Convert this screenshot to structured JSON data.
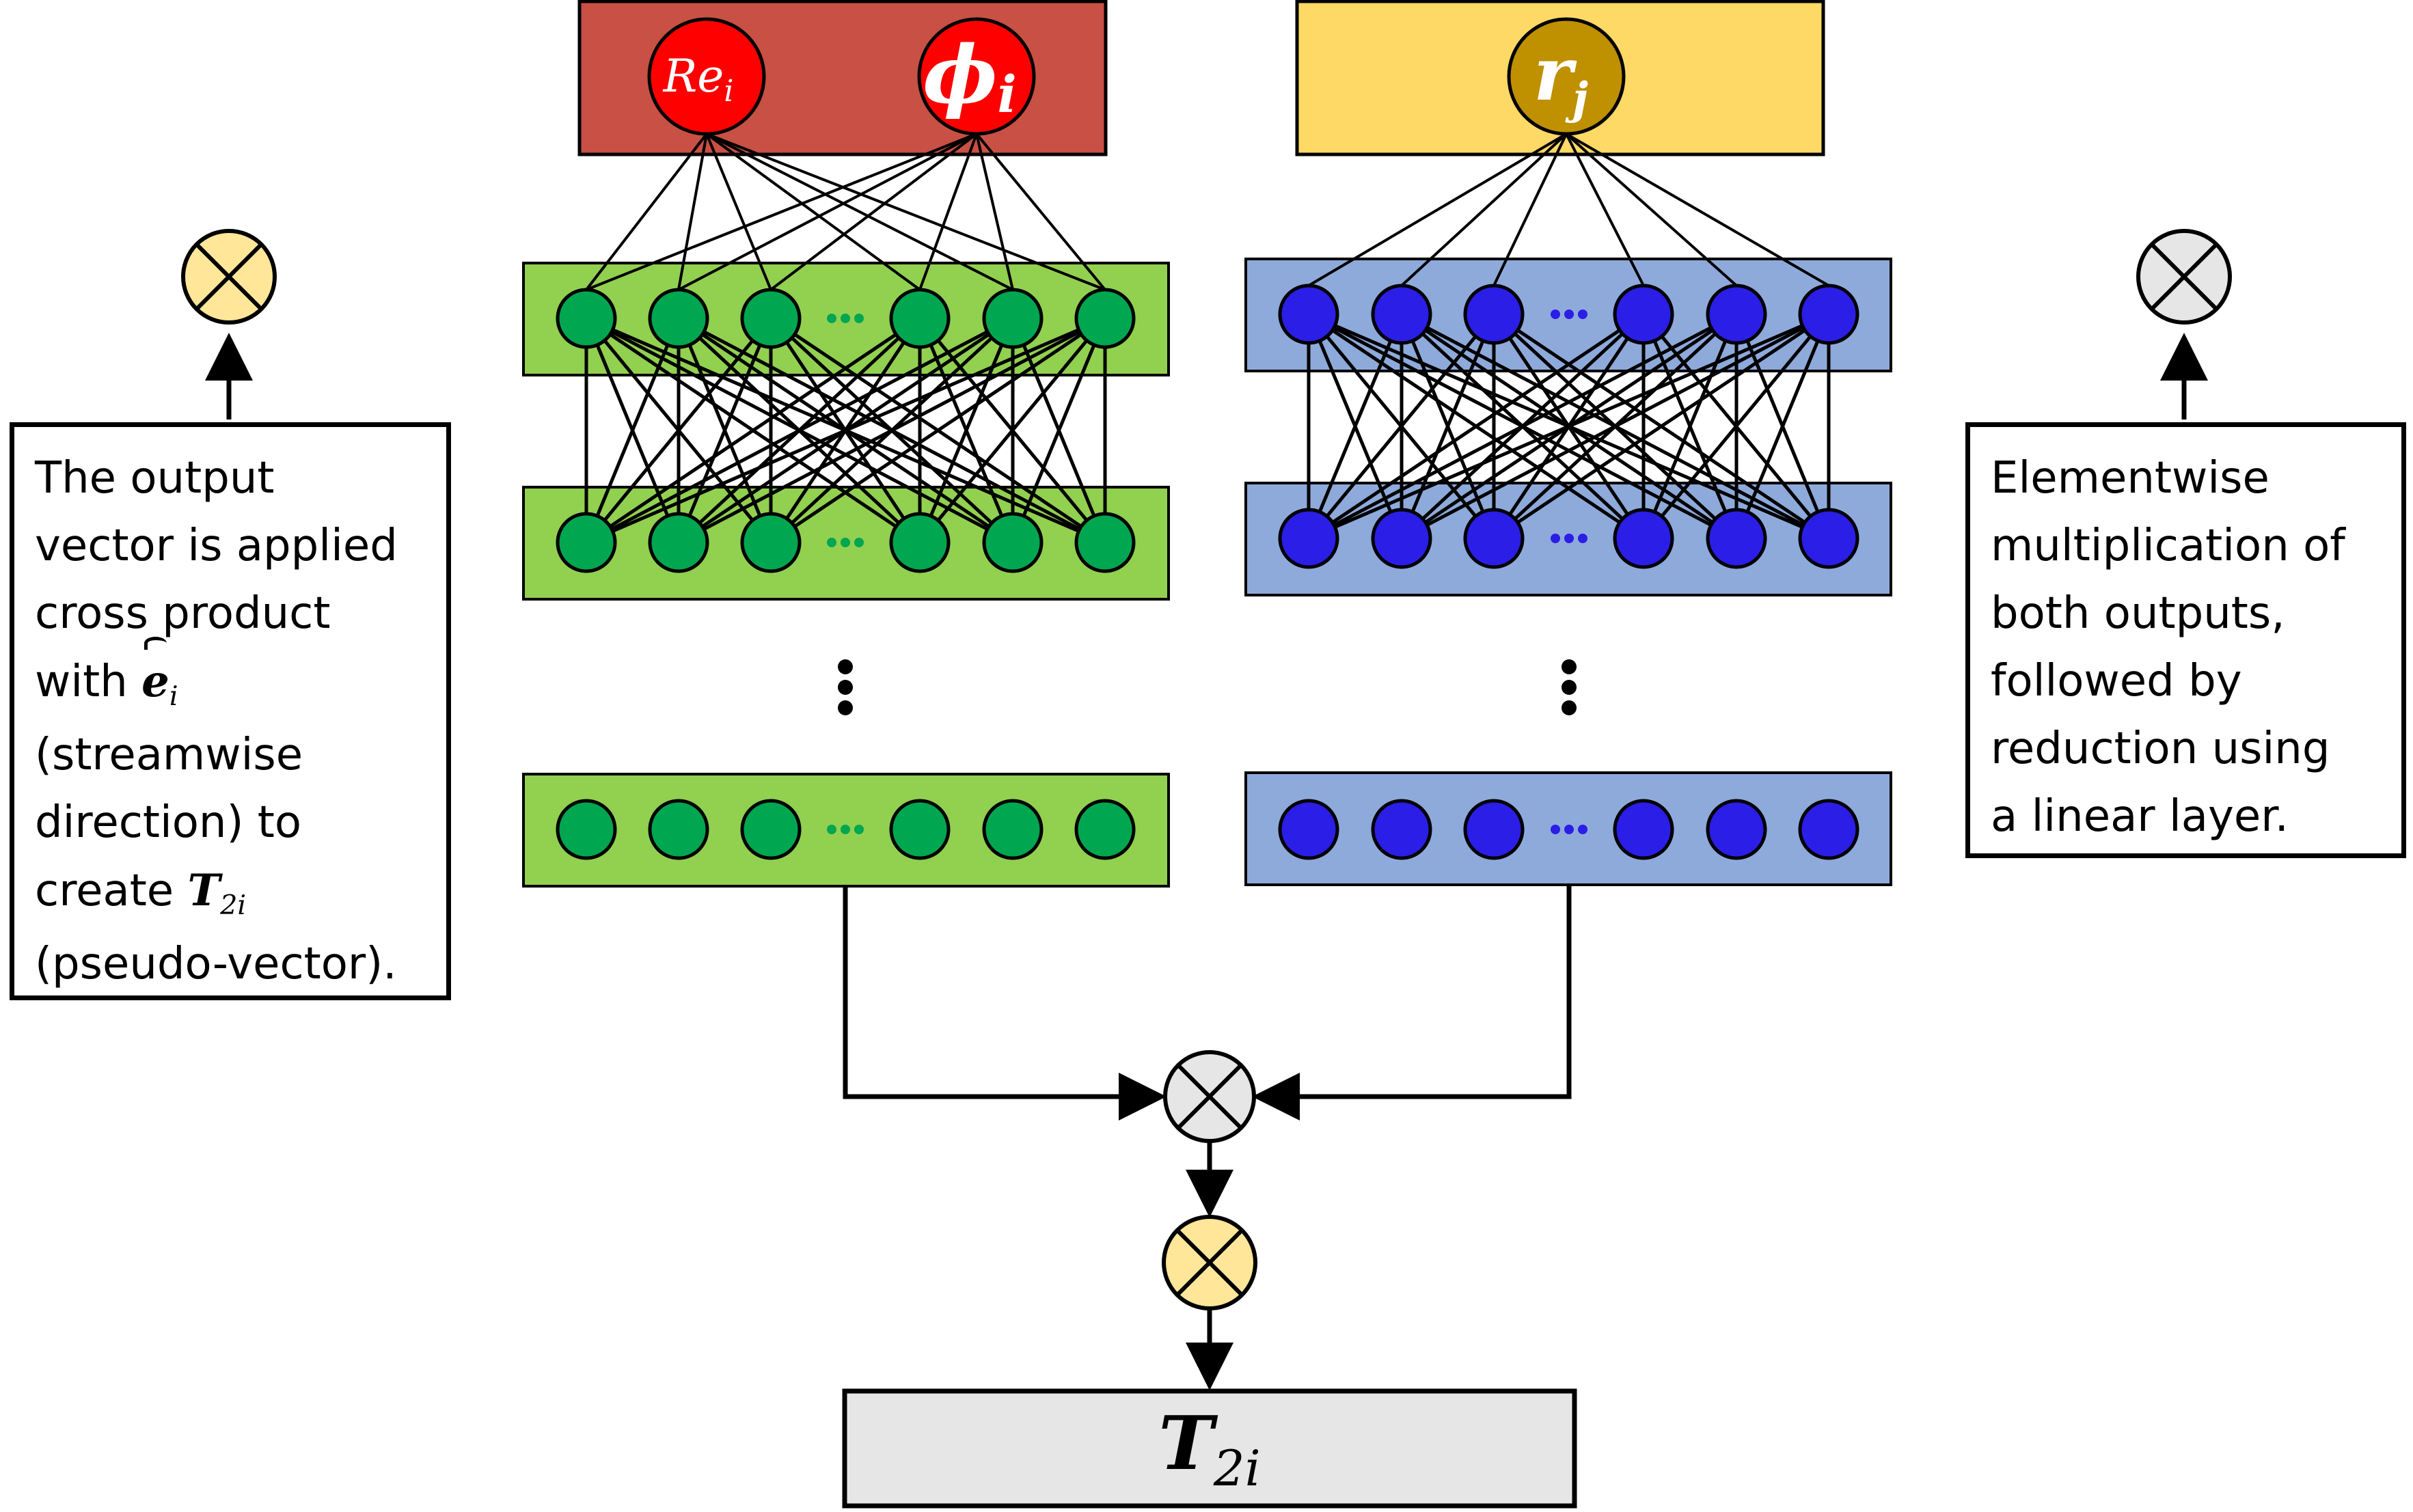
{
  "inputs_left": {
    "re_label": "Re",
    "re_sub": "i",
    "phi_label": "ϕ",
    "phi_sub": "i"
  },
  "inputs_right": {
    "r_label": "r",
    "r_sub": "j"
  },
  "left_note": {
    "lines": [
      "The output",
      "vector is applied",
      "cross product",
      "with",
      "(streamwise",
      "direction) to",
      "create",
      "(pseudo-vector)."
    ],
    "e_symbol": "e",
    "e_sub": "i",
    "t_symbol": "T",
    "t_sub": "2i"
  },
  "right_note": {
    "lines": [
      "Elementwise",
      "multiplication of",
      "both outputs,",
      "followed by",
      "reduction using",
      "a linear layer."
    ]
  },
  "output": {
    "symbol": "T",
    "sub": "2i"
  },
  "colors": {
    "left_input_box": "#c85044",
    "left_input_node": "#ff0000",
    "right_input_box": "#ffd966",
    "right_input_node": "#bf9000",
    "green_layer": "#92d050",
    "green_node": "#00a650",
    "blue_layer": "#8eaadb",
    "blue_node": "#2b1ee6",
    "yellow_op": "#ffe699",
    "gray_op": "#e7e6e6",
    "output_box": "#e7e6e6"
  },
  "icons": [
    "cross-product-icon",
    "elementwise-product-icon",
    "ellipsis-icon",
    "vertical-ellipsis-icon"
  ]
}
